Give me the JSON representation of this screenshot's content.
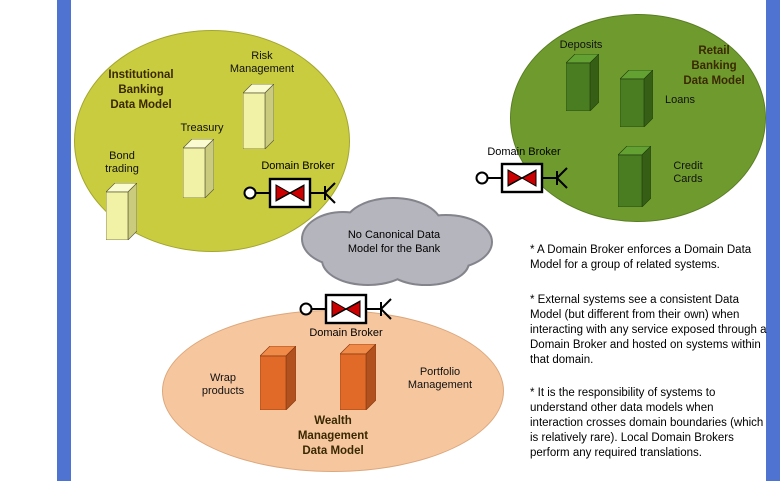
{
  "colors": {
    "strip_blue": "#4e73d1",
    "institutional_fill": "#c9cc3f",
    "institutional_border": "#a3a62c",
    "retail_fill": "#6f9b2e",
    "retail_border": "#597e22",
    "wealth_fill": "#f6c79f",
    "wealth_border": "#dca77c",
    "cloud_fill": "#b5b5bd",
    "cloud_edge": "#84848c",
    "bar_yellow_front": "#f2f2a6",
    "bar_yellow_top": "#fbfbd2",
    "bar_yellow_side": "#cbcb7d",
    "bar_green_front": "#4a7d22",
    "bar_green_top": "#63a133",
    "bar_green_side": "#365f15",
    "bar_orange_front": "#e26a28",
    "bar_orange_top": "#f08a48",
    "bar_orange_side": "#b0511e",
    "broker_red": "#cc0000",
    "title_text": "#3a2800",
    "label_text": "#111111"
  },
  "institutional": {
    "title": "Institutional\nBanking\nData Model",
    "items": {
      "bond": "Bond\ntrading",
      "treasury": "Treasury",
      "risk": "Risk\nManagement"
    }
  },
  "retail": {
    "title": "Retail\nBanking\nData Model",
    "items": {
      "deposits": "Deposits",
      "loans": "Loans",
      "credit": "Credit\nCards"
    }
  },
  "wealth": {
    "title": "Wealth\nManagement\nData Model",
    "items": {
      "wrap": "Wrap\nproducts",
      "portfolio": "Portfolio\nManagement"
    }
  },
  "broker_label": "Domain Broker",
  "cloud": {
    "text": "No Canonical Data\nModel for the Bank"
  },
  "notes": [
    "* A Domain Broker enforces a Domain Data Model for a group of related systems.",
    "* External systems see a consistent Data Model (but different from their own) when interacting with any service exposed through a Domain Broker and hosted on systems within that domain.",
    "* It is the responsibility of systems to understand other data models when interaction crosses domain boundaries (which is relatively rare). Local Domain Brokers perform any required translations."
  ]
}
